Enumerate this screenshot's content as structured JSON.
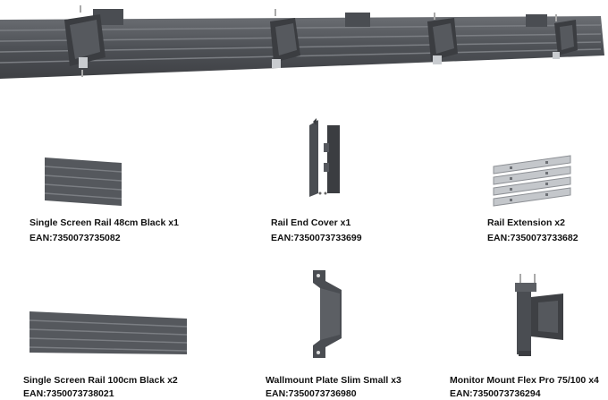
{
  "products": [
    {
      "name": "Single Screen Rail 48cm Black x1",
      "ean": "EAN:7350073735082"
    },
    {
      "name": "Rail End Cover x1",
      "ean": "EAN:7350073733699"
    },
    {
      "name": "Rail Extension x2",
      "ean": "EAN:7350073733682"
    },
    {
      "name": "Single Screen Rail 100cm Black x2",
      "ean": "EAN:7350073738021"
    },
    {
      "name": "Wallmount Plate Slim Small x3",
      "ean": "EAN:7350073736980"
    },
    {
      "name": "Monitor Mount Flex Pro 75/100 x4",
      "ean": "EAN:7350073736294"
    }
  ],
  "colors": {
    "rail": "#55585d",
    "rail_dark": "#3d3f43",
    "rail_light": "#76797e",
    "metal": "#b9bcc0"
  }
}
